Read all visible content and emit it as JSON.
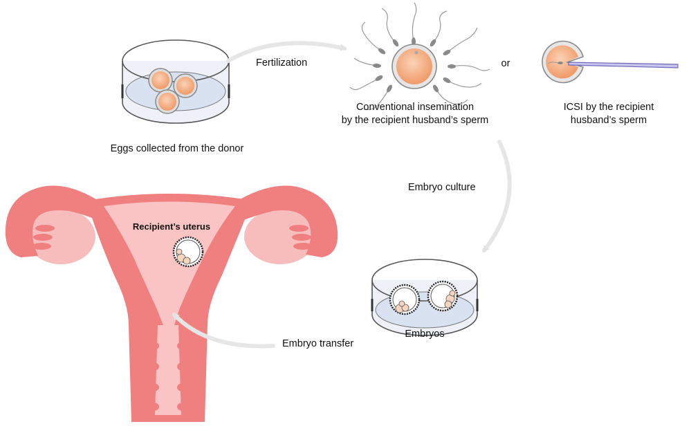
{
  "labels": {
    "eggs": "Eggs collected from the donor",
    "fertilization": "Fertilization",
    "or": "or",
    "conventional_line1": "Conventional insemination",
    "conventional_line2": "by the recipient husband’s sperm",
    "icsi_line1": "ICSI by the recipient",
    "icsi_line2": "husband’s sperm",
    "embryo_culture": "Embryo culture",
    "embryos": "Embryos",
    "embryo_transfer": "Embryo transfer",
    "uterus": "Recipient’s uterus"
  },
  "colors": {
    "egg_fill": "#f5b58b",
    "egg_stroke": "#8a8a8a",
    "dish_fill": "#d8e2f1",
    "uterus_outer": "#f08080",
    "uterus_inner": "#fbc4c4",
    "ovary": "#f7bcbc",
    "arrow": "#e6e6e6",
    "pipette": "#9c97d6"
  }
}
